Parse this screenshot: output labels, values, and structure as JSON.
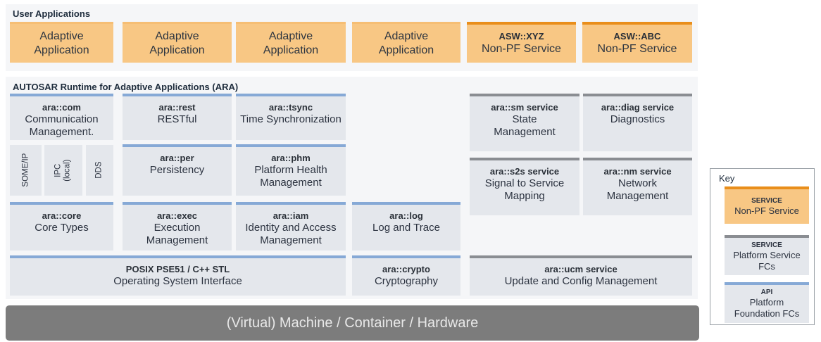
{
  "user_apps": {
    "title": "User Applications",
    "apps": [
      {
        "l1": "Adaptive",
        "l2": "Application"
      },
      {
        "l1": "Adaptive",
        "l2": "Application"
      },
      {
        "l1": "Adaptive",
        "l2": "Application"
      },
      {
        "l1": "Adaptive",
        "l2": "Application"
      }
    ],
    "non_pf": [
      {
        "name": "ASW::XYZ",
        "desc": "Non-PF Service"
      },
      {
        "name": "ASW::ABC",
        "desc": "Non-PF Service"
      }
    ]
  },
  "ara": {
    "title": "AUTOSAR Runtime for Adaptive Applications (ARA)",
    "com": {
      "name": "ara::com",
      "l1": "Communication",
      "l2": "Management."
    },
    "protocols": [
      {
        "l1": "SOME/IP",
        "l2": ""
      },
      {
        "l1": "IPC",
        "l2": "(local)"
      },
      {
        "l1": "DDS",
        "l2": ""
      }
    ],
    "rest": {
      "name": "ara::rest",
      "l1": "RESTful"
    },
    "tsync": {
      "name": "ara::tsync",
      "l1": "Time Synchronization"
    },
    "per": {
      "name": "ara::per",
      "l1": "Persistency"
    },
    "phm": {
      "name": "ara::phm",
      "l1": "Platform Health",
      "l2": "Management"
    },
    "core": {
      "name": "ara::core",
      "l1": "Core Types"
    },
    "exec": {
      "name": "ara::exec",
      "l1": "Execution",
      "l2": "Management"
    },
    "iam": {
      "name": "ara::iam",
      "l1": "Identity and Access",
      "l2": "Management"
    },
    "log": {
      "name": "ara::log",
      "l1": "Log and Trace"
    },
    "posix": {
      "name": "POSIX PSE51 / C++ STL",
      "l1": "Operating System Interface"
    },
    "crypto": {
      "name": "ara::crypto",
      "l1": "Cryptography"
    },
    "sm": {
      "name": "ara::sm service",
      "l1": "State",
      "l2": "Management"
    },
    "diag": {
      "name": "ara::diag service",
      "l1": "Diagnostics"
    },
    "s2s": {
      "name": "ara::s2s service",
      "l1": "Signal to Service",
      "l2": "Mapping"
    },
    "nm": {
      "name": "ara::nm service",
      "l1": "Network",
      "l2": "Management"
    },
    "ucm": {
      "name": "ara::ucm service",
      "l1": "Update and Config Management"
    }
  },
  "hardware": {
    "label": "(Virtual) Machine / Container / Hardware"
  },
  "key": {
    "title": "Key",
    "items": [
      {
        "small": "SERVICE",
        "l1": "Non-PF Service",
        "l2": ""
      },
      {
        "small": "SERVICE",
        "l1": "Platform Service",
        "l2": "FCs"
      },
      {
        "small": "API",
        "l1": "Platform",
        "l2": "Foundation FCs"
      }
    ]
  },
  "colors": {
    "application": "#f8c784",
    "non_pf_accent": "#e98e1b",
    "foundation_accent": "#86a9d6",
    "service_accent": "#8a8d92",
    "hardware": "#7c7c7c"
  }
}
